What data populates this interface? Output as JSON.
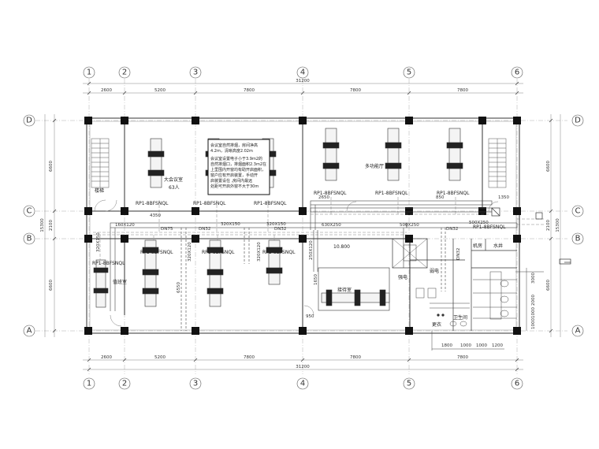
{
  "axes": {
    "columns": [
      "1",
      "2",
      "3",
      "4",
      "5",
      "6"
    ],
    "rows": [
      "D",
      "C",
      "B",
      "A"
    ]
  },
  "dimensions": {
    "top_spans": [
      "2600",
      "5200",
      "7800",
      "7800",
      "7800"
    ],
    "top_total": "31200",
    "bottom_spans": [
      "2600",
      "5200",
      "7800",
      "7800",
      "7800"
    ],
    "bottom_total": "31200",
    "left_spans": [
      "6600",
      "2100",
      "6600"
    ],
    "left_total": "15300",
    "right_spans": [
      "6600",
      "2100",
      "6600"
    ],
    "right_total": "15300"
  },
  "rooms": {
    "meeting_room": "大会议室",
    "meeting_capacity": "63人",
    "multi_hall": "多功能厅",
    "stair_left": "楼梯",
    "reception": "接待室",
    "duty_room": "值班室",
    "machine_room": "机房",
    "toilet": "卫生间",
    "dressing": "更衣",
    "electrical": "强电",
    "weak": "弱电",
    "water": "水井",
    "elevation": "10.800"
  },
  "note_lines": [
    "会议室自然排烟，房间净高",
    "4.2m，清晰高度2.02m",
    "会议室设置电子小于3.9m2的",
    "自然排烟口，排烟面积2.3m2在",
    "上里围内开窗均有助开启面积，",
    "窗户应有开启装置，手动开",
    "启装置设在 ,房间内最远",
    "处距可开启外窗不大于30m"
  ],
  "units": {
    "du1": "RP1-8BFSNQL",
    "du2": "RP1-8BFSNQL",
    "du3": "RP1-8BFSNQL",
    "du4": "RP1-8BFSNQL",
    "du5": "RP1-8BFSNQL",
    "du6": "RP1-8BFSNQL",
    "du7": "RP1-8BFSNQL",
    "du8": "RP1-8BFSNQL",
    "du9": "RP1-8BFSNQL",
    "du10": "RP1-8BFSNQL",
    "du11": "RP1-8BFSNQL"
  },
  "ducts": {
    "d1": "DN75",
    "d2": "DN32",
    "d3": "DN32",
    "d4": "DN32",
    "d5": "DN32",
    "s1": "160X120",
    "s2": "320X150",
    "s3": "320X150",
    "s4": "630X250",
    "s5": "500X250",
    "s6": "500X250",
    "s7": "250X120",
    "s8": "320X120",
    "s9": "320X120",
    "s10": "320X150"
  },
  "misc_dims": {
    "m1": "4350",
    "m2": "6550",
    "m3": "1650",
    "m4": "950",
    "m5": "1350",
    "m6": "850",
    "m7": "2650",
    "m8": "1800",
    "m9": "1000",
    "m10": "1000",
    "m11": "1200",
    "m12": "3000",
    "m13": "2000",
    "m14": "1000",
    "m15": "1000"
  }
}
